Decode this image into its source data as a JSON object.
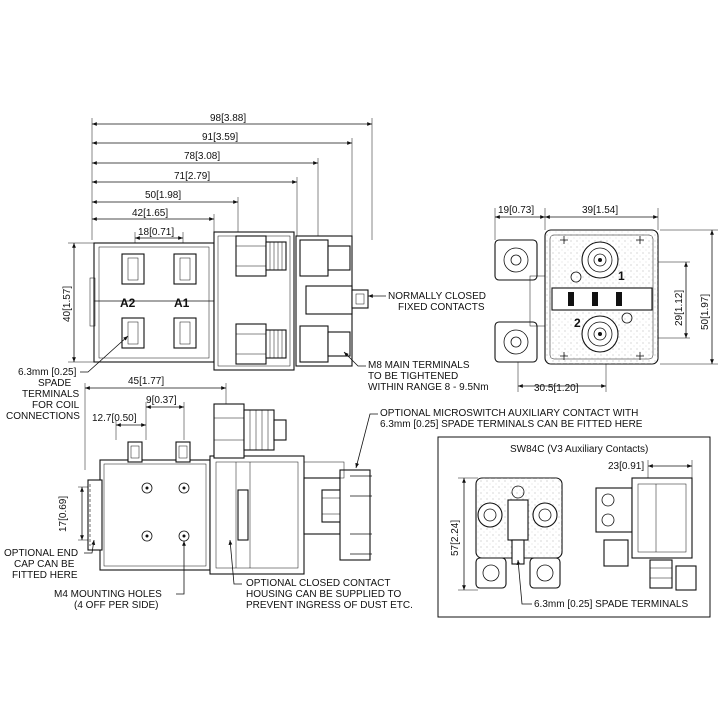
{
  "top_view": {
    "dims": [
      {
        "mm": "98",
        "in": "3.88"
      },
      {
        "mm": "91",
        "in": "3.59"
      },
      {
        "mm": "78",
        "in": "3.08"
      },
      {
        "mm": "71",
        "in": "2.79"
      },
      {
        "mm": "50",
        "in": "1.98"
      },
      {
        "mm": "42",
        "in": "1.65"
      },
      {
        "mm": "18",
        "in": "0.71"
      }
    ],
    "height_dim": {
      "mm": "40",
      "in": "1.57"
    },
    "coil_labels": [
      "A2",
      "A1"
    ],
    "note_spade": [
      "6.3mm [0.25]",
      "SPADE",
      "TERMINALS",
      "FOR COIL",
      "CONNECTIONS"
    ],
    "note_closed": [
      "NORMALLY CLOSED",
      "FIXED CONTACTS"
    ],
    "note_m8": [
      "M8 MAIN TERMINALS",
      "TO BE TIGHTENED",
      "WITHIN RANGE 8 - 9.5Nm"
    ]
  },
  "end_view": {
    "dims_top": [
      {
        "mm": "19",
        "in": "0.73"
      },
      {
        "mm": "39",
        "in": "1.54"
      }
    ],
    "dim_right_inner": {
      "mm": "29",
      "in": "1.12"
    },
    "dim_right_outer": {
      "mm": "50",
      "in": "1.97"
    },
    "dim_bottom": {
      "mm": "30.5",
      "in": "1.20"
    },
    "terminal_numbers": [
      "1",
      "2"
    ]
  },
  "side_view": {
    "dims": [
      {
        "mm": "45",
        "in": "1.77"
      },
      {
        "mm": "9",
        "in": "0.37"
      },
      {
        "mm": "12.7",
        "in": "0.50"
      }
    ],
    "height_dim": {
      "mm": "17",
      "in": "0.69"
    },
    "note_end_cap": [
      "OPTIONAL END",
      "CAP CAN BE",
      "FITTED HERE"
    ],
    "note_m4": [
      "M4 MOUNTING HOLES",
      "(4 OFF PER SIDE)"
    ],
    "note_housing": [
      "OPTIONAL CLOSED CONTACT",
      "HOUSING CAN BE SUPPLIED TO",
      "PREVENT INGRESS OF DUST ETC."
    ],
    "note_microswitch": [
      "OPTIONAL MICROSWITCH AUXILIARY CONTACT WITH",
      "6.3mm [0.25] SPADE TERMINALS CAN BE FITTED HERE"
    ]
  },
  "inset": {
    "title": "SW84C (V3 Auxiliary Contacts)",
    "dim_left": {
      "mm": "57",
      "in": "2.24"
    },
    "dim_top": {
      "mm": "23",
      "in": "0.91"
    },
    "note_spade": "6.3mm [0.25] SPADE TERMINALS"
  }
}
